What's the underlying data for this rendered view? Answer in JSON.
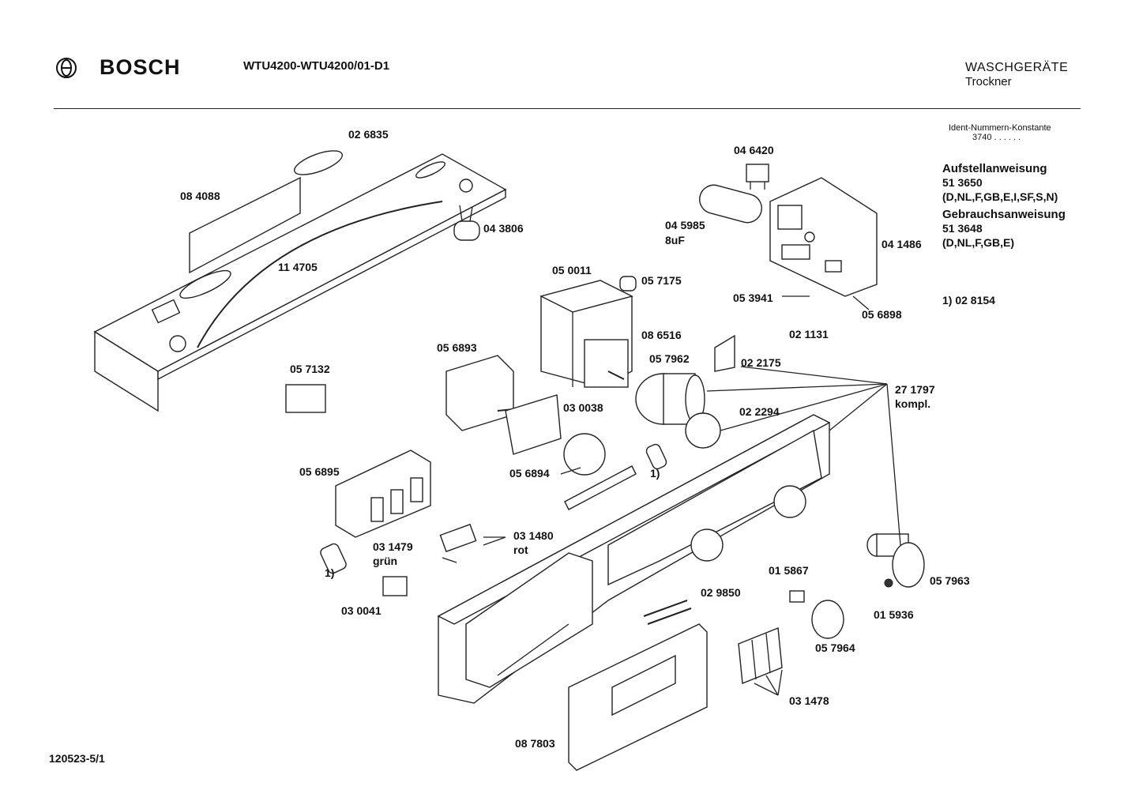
{
  "header": {
    "brand": "BOSCH",
    "model": "WTU4200-WTU4200/01-D1",
    "category": "WASCHGERÄTE",
    "subcategory": "Trockner"
  },
  "sidebar": {
    "ident_label": "Ident-Nummern-Konstante",
    "ident_value": "3740  . .   . . . .",
    "install_title": "Aufstellanweisung",
    "install_number": "51 3650",
    "install_langs": "(D,NL,F,GB,E,I,SF,S,N)",
    "usage_title": "Gebrauchsanweisung",
    "usage_number": "51 3648",
    "usage_langs": "(D,NL,F,GB,E)",
    "note": "1)  02 8154"
  },
  "parts": [
    {
      "id": "026835",
      "label": "02 6835"
    },
    {
      "id": "084088",
      "label": "08 4088"
    },
    {
      "id": "043806",
      "label": "04 3806"
    },
    {
      "id": "114705",
      "label": "11 4705"
    },
    {
      "id": "046420",
      "label": "04 6420"
    },
    {
      "id": "045985",
      "label": "04 5985"
    },
    {
      "id": "045985b",
      "label": "8uF"
    },
    {
      "id": "041486",
      "label": "04 1486"
    },
    {
      "id": "050011",
      "label": "05 0011"
    },
    {
      "id": "057175",
      "label": "05 7175"
    },
    {
      "id": "053941",
      "label": "05 3941"
    },
    {
      "id": "056898",
      "label": "05 6898"
    },
    {
      "id": "021131",
      "label": "02 1131"
    },
    {
      "id": "086516",
      "label": "08 6516"
    },
    {
      "id": "056893",
      "label": "05 6893"
    },
    {
      "id": "057962",
      "label": "05 7962"
    },
    {
      "id": "022175",
      "label": "02 2175"
    },
    {
      "id": "057132",
      "label": "05 7132"
    },
    {
      "id": "271797",
      "label": "27 1797"
    },
    {
      "id": "271797b",
      "label": "kompl."
    },
    {
      "id": "030038",
      "label": "03 0038"
    },
    {
      "id": "022294",
      "label": "02 2294"
    },
    {
      "id": "056895",
      "label": "05 6895"
    },
    {
      "id": "056894",
      "label": "05 6894"
    },
    {
      "id": "note1a",
      "label": "1)"
    },
    {
      "id": "031480",
      "label": "03 1480"
    },
    {
      "id": "031480b",
      "label": "rot"
    },
    {
      "id": "031479",
      "label": "03 1479"
    },
    {
      "id": "031479b",
      "label": "grün"
    },
    {
      "id": "note1b",
      "label": "1)"
    },
    {
      "id": "030041",
      "label": "03 0041"
    },
    {
      "id": "015867",
      "label": "01 5867"
    },
    {
      "id": "029850",
      "label": "02 9850"
    },
    {
      "id": "057963",
      "label": "05 7963"
    },
    {
      "id": "015936",
      "label": "01 5936"
    },
    {
      "id": "057964",
      "label": "05 7964"
    },
    {
      "id": "031478",
      "label": "03 1478"
    },
    {
      "id": "087803",
      "label": "08 7803"
    }
  ],
  "footer": {
    "drawing_number": "120523-5/1"
  }
}
